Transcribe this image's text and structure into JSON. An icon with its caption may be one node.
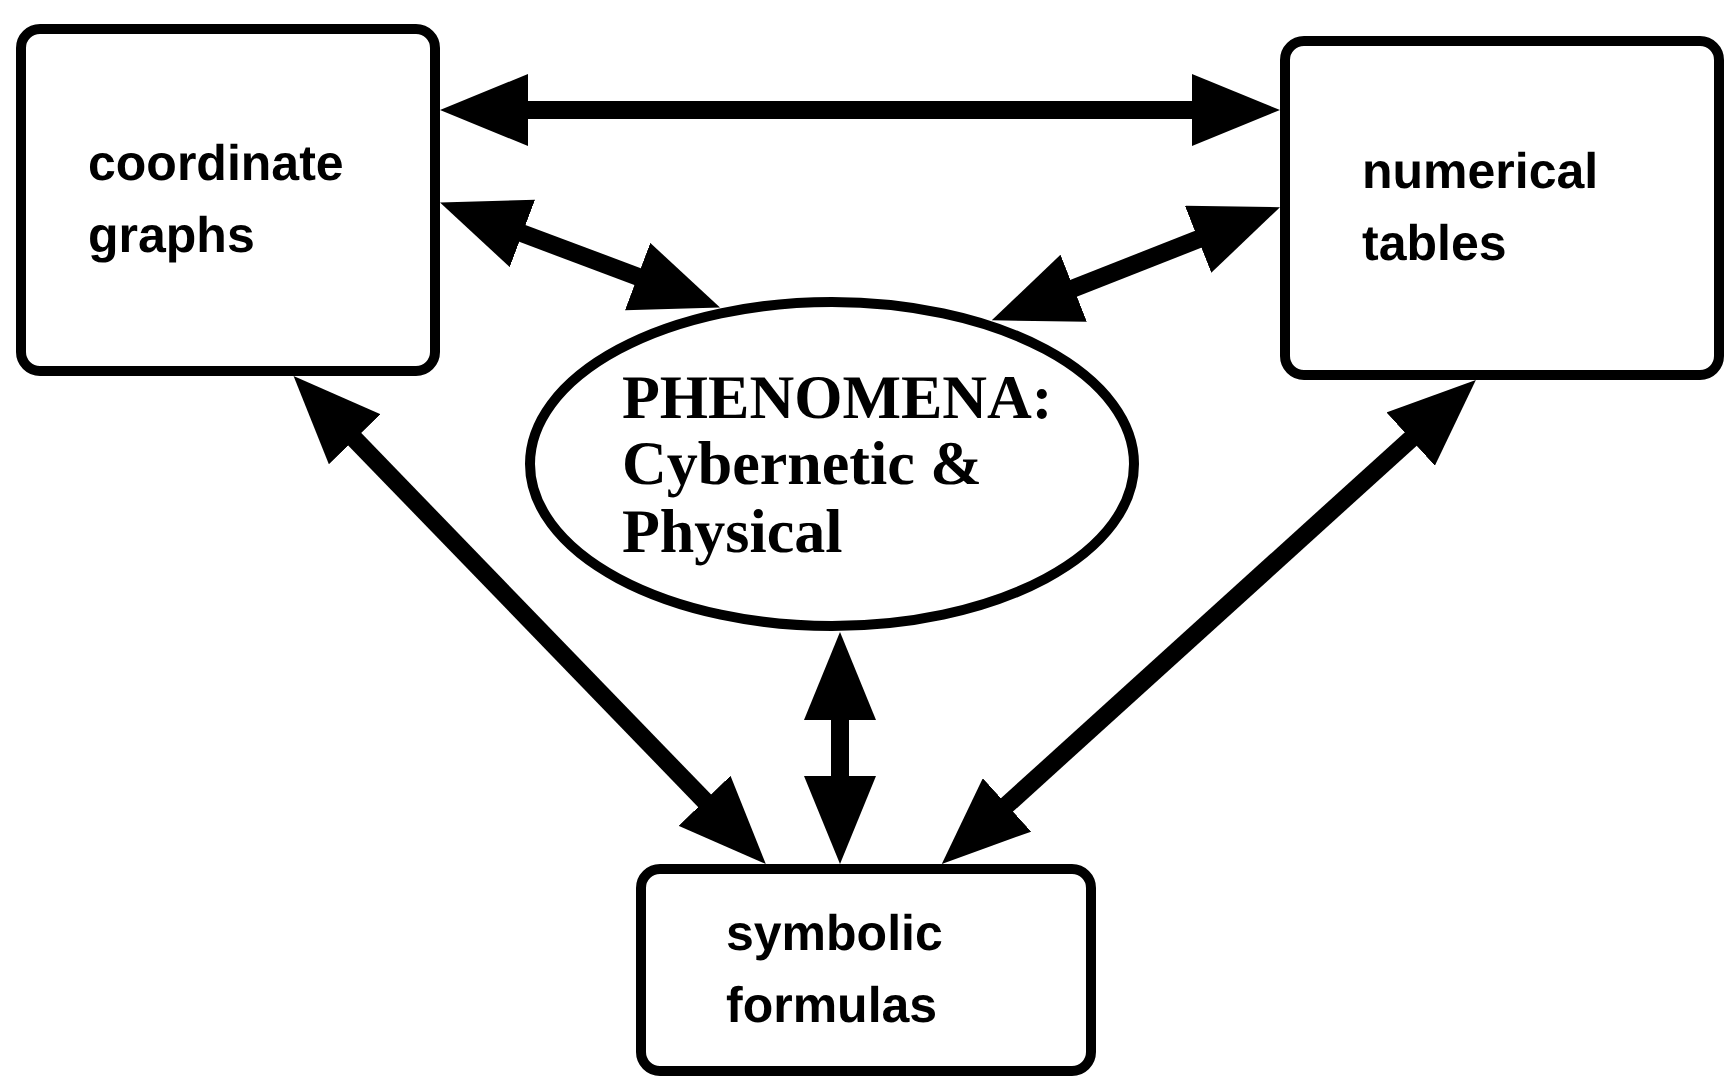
{
  "diagram": {
    "nodes": [
      {
        "text": [
          "coordinate graphs"
        ]
      },
      {
        "text": [
          "numerical tables"
        ]
      },
      {
        "text": [
          "PHENOMENA: Cybernetic & Physical"
        ]
      },
      {
        "text": [
          "symbolic formulas"
        ]
      }
    ],
    "edges": [
      {
        "from": 0,
        "to": 1,
        "arrow": "both"
      },
      {
        "from": 0,
        "to": 2,
        "arrow": "both"
      },
      {
        "from": 1,
        "to": 2,
        "arrow": "both"
      },
      {
        "from": 0,
        "to": 3,
        "arrow": "both"
      },
      {
        "from": 1,
        "to": 3,
        "arrow": "both"
      },
      {
        "from": 2,
        "to": 3,
        "arrow": "both"
      }
    ]
  }
}
